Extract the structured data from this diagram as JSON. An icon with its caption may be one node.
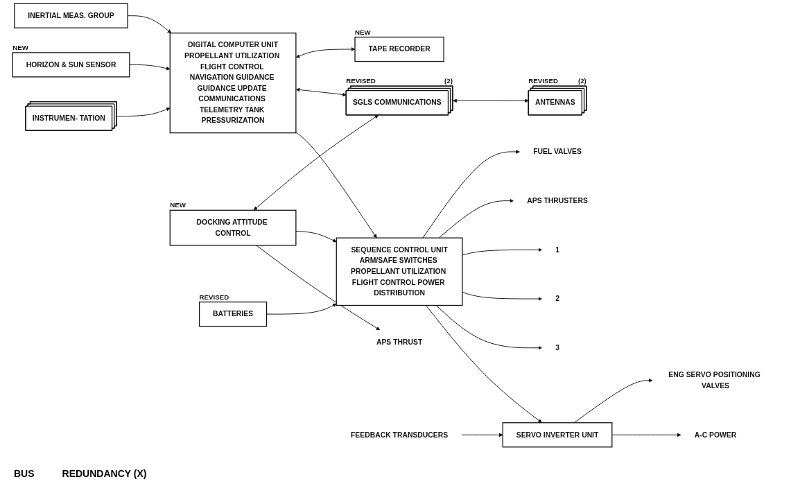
{
  "diagram": {
    "nodes": [
      {
        "text": [
          "DIGITAL COMPUTER UNIT",
          "PROPELLANT UTILIZATION FLIGHT CONTROL NAVIGATION GUIDANCE GUIDANCE UPDATE COMMUNICATIONS TELEMETRY TANK PRESSURIZATION"
        ]
      },
      {
        "text": [
          "SEQUENCE CONTROL UNIT",
          "ARM/SAFE SWITCHES PROPELLANT UTILIZATION FLIGHT CONTROL POWER DISTRIBUTION"
        ]
      },
      {
        "text": [
          "INERTIAL MEAS. GROUP"
        ]
      },
      {
        "text": [
          "HORIZON & SUN SENSOR"
        ],
        "beside": [
          "NEW"
        ]
      },
      {
        "text": [
          "INSTRUMEN- TATION"
        ]
      },
      {
        "text": [
          "TAPE RECORDER"
        ],
        "beside": [
          "NEW"
        ]
      },
      {
        "text": [
          "DOCKING ATTITUDE CONTROL"
        ],
        "beside": [
          "NEW"
        ]
      },
      {
        "text": [
          "BATTERIES"
        ],
        "beside": [
          "REVISED"
        ]
      },
      {
        "text": [
          "SGLS COMMUNICATIONS"
        ],
        "beside": [
          "REVISED",
          "(2)"
        ]
      },
      {
        "text": [
          "ANTENNAS"
        ],
        "beside": [
          "REVISED",
          "(2)"
        ]
      },
      {
        "text": [
          "SERVO INVERTER UNIT"
        ]
      },
      {
        "text": [
          "FUEL VALVES"
        ]
      },
      {
        "text": [
          "APS THRUSTERS"
        ]
      },
      {
        "text": [
          "1"
        ]
      },
      {
        "text": [
          "2"
        ]
      },
      {
        "text": [
          "3"
        ]
      },
      {
        "text": [
          "APS THRUST"
        ]
      },
      {
        "text": [
          "ENG SERVO POSITIONING VALVES"
        ]
      },
      {
        "text": [
          "FEEDBACK TRANSDUCERS"
        ]
      },
      {
        "text": [
          "A-C POWER"
        ]
      }
    ],
    "edges": [
      {
        "from": 2,
        "to": 0,
        "arrow": "to"
      },
      {
        "from": 3,
        "to": 0,
        "arrow": "to"
      },
      {
        "from": 4,
        "to": 0,
        "arrow": "to"
      },
      {
        "from": 0,
        "to": 5,
        "arrow": "both"
      },
      {
        "from": 0,
        "to": 8,
        "arrow": "both"
      },
      {
        "from": 6,
        "to": 8,
        "arrow": "both"
      },
      {
        "from": 0,
        "to": 1,
        "arrow": "to"
      },
      {
        "from": 6,
        "to": 1,
        "arrow": "to"
      },
      {
        "from": 6,
        "to": 16,
        "arrow": "to"
      },
      {
        "from": 7,
        "to": 1,
        "arrow": "to"
      },
      {
        "from": 1,
        "to": 11,
        "arrow": "to"
      },
      {
        "from": 1,
        "to": 12,
        "arrow": "to"
      },
      {
        "from": 1,
        "to": 13,
        "arrow": "to"
      },
      {
        "from": 1,
        "to": 14,
        "arrow": "to"
      },
      {
        "from": 1,
        "to": 15,
        "arrow": "to"
      },
      {
        "from": 1,
        "to": 10,
        "arrow": "to"
      },
      {
        "from": 10,
        "to": 17,
        "arrow": "to"
      },
      {
        "from": 18,
        "to": 10,
        "arrow": "to"
      },
      {
        "from": 10,
        "to": 19,
        "arrow": "to"
      },
      {
        "from": 8,
        "to": 9,
        "arrow": "both"
      }
    ],
    "labels": [
      "BUS",
      "REDUNDANCY (X)"
    ]
  }
}
